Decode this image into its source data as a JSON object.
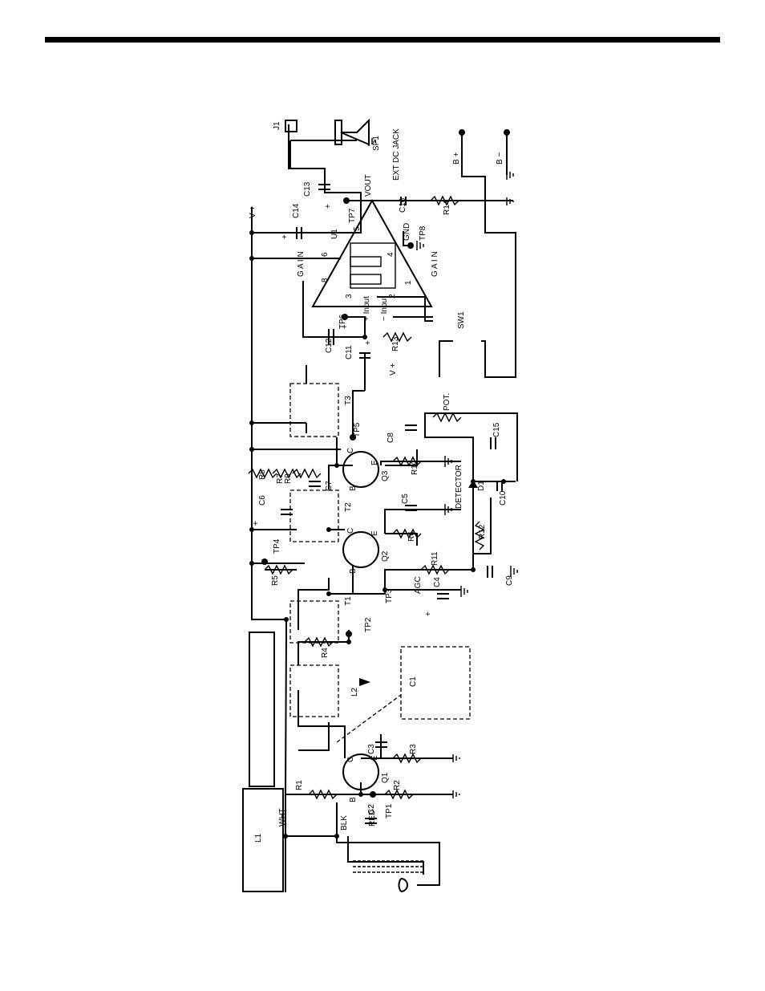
{
  "labels": {
    "L1": "L1",
    "WHT": "WHT",
    "BLK": "BLK",
    "RED": "RED",
    "TP1": "TP1",
    "TP2": "TP2",
    "TP3": "TP3",
    "TP4": "TP4",
    "TP5": "TP5",
    "TP6": "TP6",
    "TP7": "TP7",
    "TP8": "TP8",
    "R1": "R1",
    "R2": "R2",
    "R3": "R3",
    "R4": "R4",
    "R5": "R5",
    "R6": "R6",
    "R7": "R7",
    "R8": "R8",
    "R9": "R9",
    "R10": "R10",
    "R11": "R11",
    "R12": "R12",
    "R13": "R13",
    "R14": "R14",
    "C1": "C1",
    "C2": "C2",
    "C3": "C3",
    "C4": "C4",
    "C5": "C5",
    "C6": "C6",
    "C7": "C7",
    "C8": "C8",
    "C9": "C9",
    "C10": "C10",
    "C11": "C11",
    "C12": "C12",
    "C13": "C13",
    "C14": "C14",
    "C15": "C15",
    "C16": "C16",
    "Q1": "Q1",
    "Q2": "Q2",
    "Q3": "Q3",
    "T1": "T1",
    "T2": "T2",
    "T3": "T3",
    "L2": "L2",
    "D1": "D1",
    "DETECTOR": "DETECTOR",
    "AGC": "AGC",
    "U1": "U1",
    "VOUT": "VOUT",
    "GND": "GND",
    "PLUS_INPUT": "+ Input",
    "MINUS_INPUT": "− Input",
    "GAIN_TOP": "G A I N",
    "GAIN_BOT": "G A I N",
    "PIN8": "8",
    "PIN3": "3",
    "PIN6": "6",
    "PIN5": "5",
    "PIN2": "2",
    "PIN4": "4",
    "PIN1": "1",
    "VPLUS_TOP": "V +",
    "VPLUS_SW": "V +",
    "SW1": "SW1",
    "POT": "POT.",
    "J1": "J1",
    "SP1": "SP1",
    "EXT_DC_JACK": "EXT DC JACK",
    "B_PLUS": "B +",
    "B_MINUS": "B −",
    "B": "B",
    "C": "C",
    "E": "E",
    "PLUS": "+"
  }
}
